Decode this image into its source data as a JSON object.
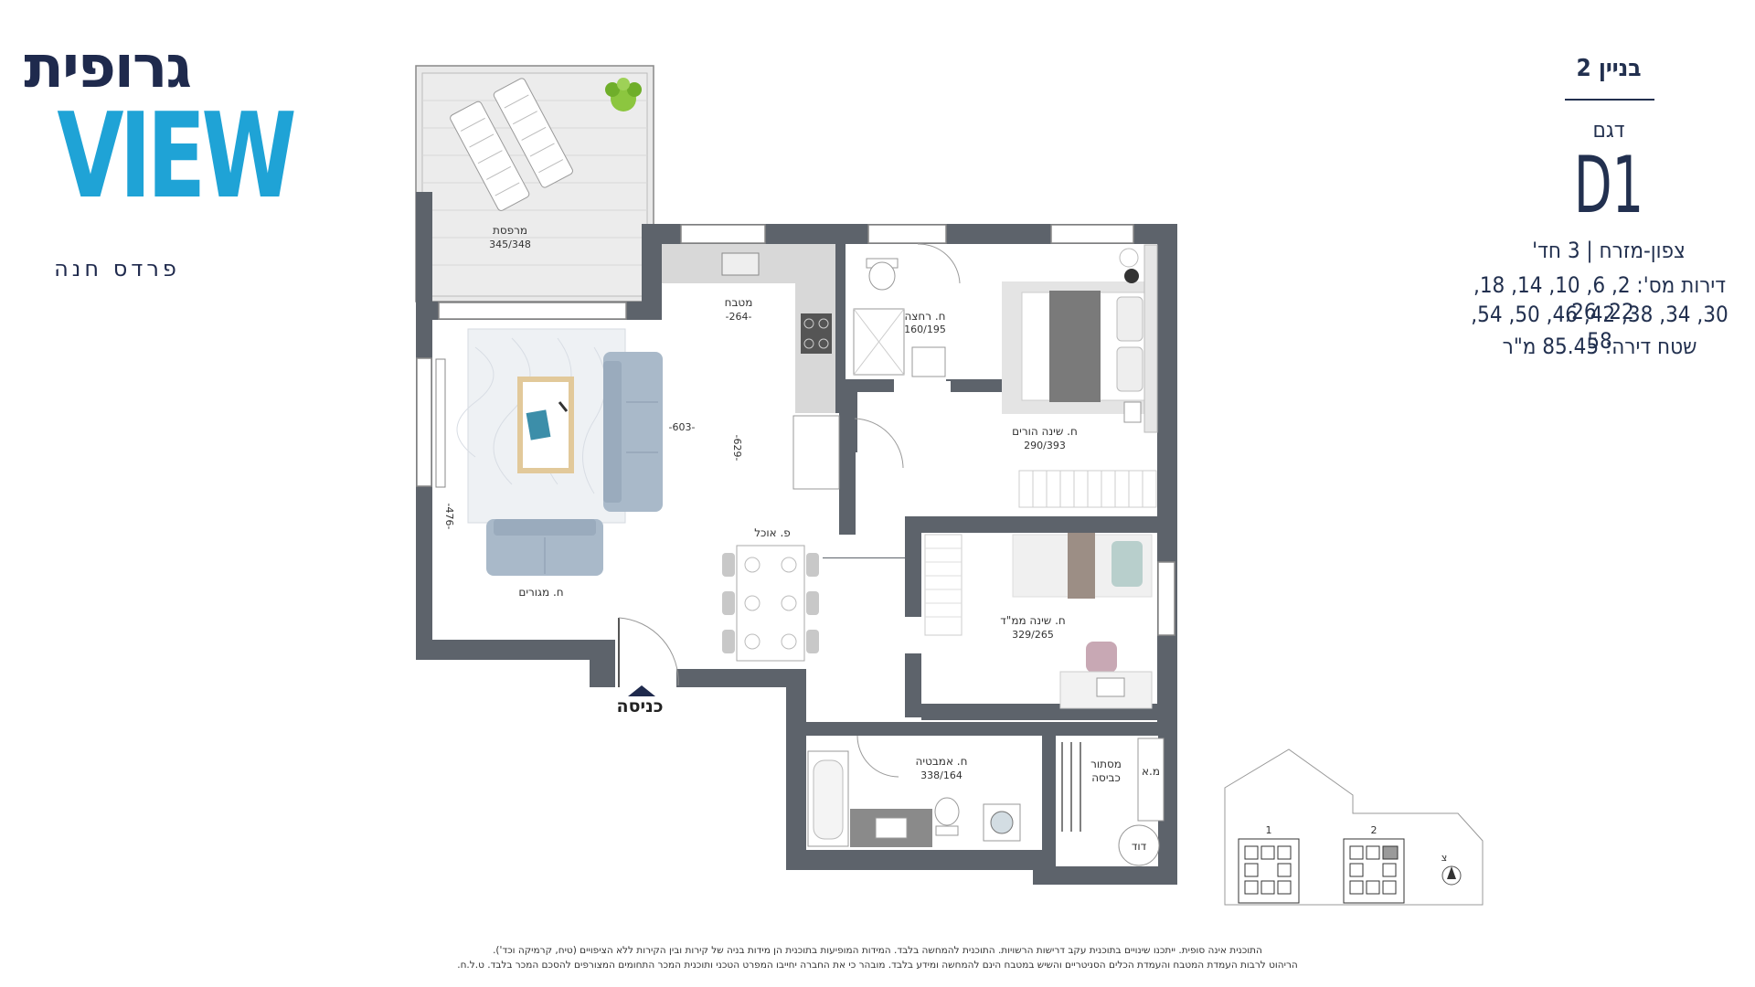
{
  "logo": {
    "hebrew_name": "גרופית",
    "english_name": "VIEW",
    "city": "פרדס חנה"
  },
  "info": {
    "building": "בניין 2",
    "model_label": "דגם",
    "model_code": "D1",
    "orientation": "צפון-מזרח | 3 חד'",
    "apartments_line1": "דירות מס': 2, 6, 10, 14, 18, 22, 26,",
    "apartments_line2": "30, 34, 38, 42, 46, 50, 54, 58",
    "area": "שטח דירה: 85.45 מ\"ר"
  },
  "rooms": {
    "balcony": {
      "name": "מרפסת",
      "dims": "345/348"
    },
    "kitchen": {
      "name": "מטבח",
      "dims": "-264-"
    },
    "shower": {
      "name": "ח. רחצה",
      "dims": "160/195"
    },
    "master": {
      "name": "ח. שינה הורים",
      "dims": "290/393"
    },
    "living": {
      "name": "ח. מגורים",
      "dims": ""
    },
    "dining": {
      "name": "פ. אוכל",
      "dims": ""
    },
    "safe_room": {
      "name": "ח. שינה ממ\"ד",
      "dims": "329/265"
    },
    "bath": {
      "name": "ח. אמבטיה",
      "dims": "338/164"
    },
    "laundry_line1": "מסתור",
    "laundry_line2": "כביסה",
    "ma": "מ.א",
    "boiler": "דוד"
  },
  "dimensions": {
    "living_width": "-603-",
    "hall_depth": "-629-",
    "living_depth": "-476-"
  },
  "entrance": "כניסה",
  "keyplan": {
    "building1": "1",
    "building2": "2",
    "north": "צ"
  },
  "footer": {
    "line1": "התוכנית אינה סופית. ייתכנו שינויים בתוכנית עקב דרישות הרשויות. התוכנית להמחשה בלבד. המידות המופיעות בתוכנית הן מידות בניה של קירות ובין הקירות ללא הציפויים (טיח, קרמיקה וכד').",
    "line2": "הריהוט לרבות העמדת המטבח והעמדת הכלים הסניטריים והשיש במטבח הינם להמחשה ומידע בלבד. מובהר כי את החברה יחייבו המפרט הטכני ותוכנית המכר התחומים המצורפים להסכם המכר בלבד. ט.ל.ח."
  },
  "colors": {
    "wall": "#5d636b",
    "navy": "#22304f",
    "logo_blue": "#1fa3d6",
    "balcony_floor": "#e8e8e8",
    "furniture_blue": "#a9b9c9"
  }
}
